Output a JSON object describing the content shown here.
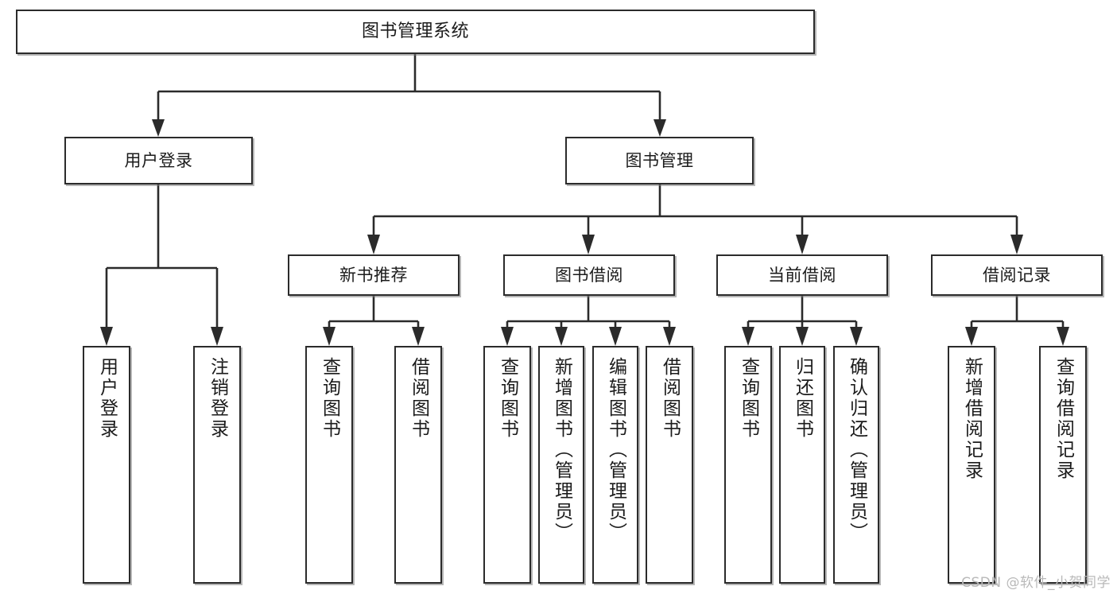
{
  "diagram": {
    "title": "图书管理系统",
    "type": "tree",
    "watermark": "CSDN @软件_小贺同学",
    "colors": {
      "stroke": "#2b2b2b",
      "box_fill": "#ffffff",
      "text": "#1b1b1b",
      "watermark": "#b9b9b9",
      "background": "#ffffff"
    },
    "root": {
      "label": "图书管理系统"
    },
    "level2": [
      {
        "label": "用户登录"
      },
      {
        "label": "图书管理"
      }
    ],
    "level3": [
      {
        "label": "新书推荐"
      },
      {
        "label": "图书借阅"
      },
      {
        "label": "当前借阅"
      },
      {
        "label": "借阅记录"
      }
    ],
    "leaves": {
      "user_login": [
        {
          "label": "用户登录"
        },
        {
          "label": "注销登录"
        }
      ],
      "new_book_recommend": [
        {
          "label": "查询图书"
        },
        {
          "label": "借阅图书"
        }
      ],
      "book_borrow": [
        {
          "label": "查询图书"
        },
        {
          "label": "新增图书（管理员）"
        },
        {
          "label": "编辑图书（管理员）"
        },
        {
          "label": "借阅图书"
        }
      ],
      "current_borrow": [
        {
          "label": "查询图书"
        },
        {
          "label": "归还图书"
        },
        {
          "label": "确认归还（管理员）"
        }
      ],
      "borrow_record": [
        {
          "label": "新增借阅记录"
        },
        {
          "label": "查询借阅记录"
        }
      ]
    }
  }
}
